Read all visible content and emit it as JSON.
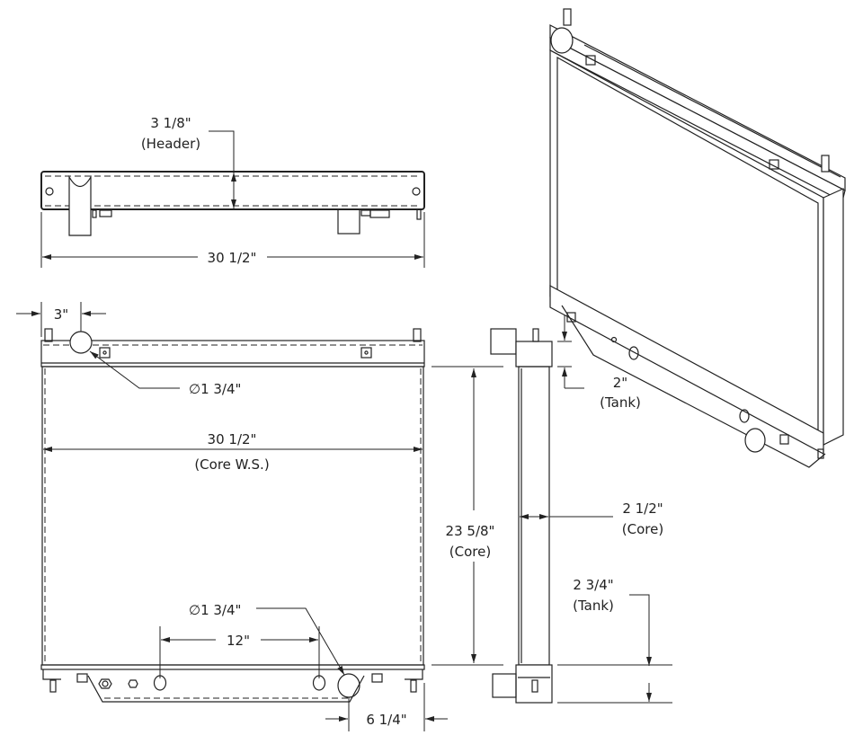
{
  "drawing": {
    "top_view": {
      "header_height": "3 1/8\"",
      "header_label": "(Header)",
      "overall_width": "30 1/2\""
    },
    "front_view": {
      "inlet_offset": "3\"",
      "inlet_diameter": "∅1 3/4\"",
      "core_width": "30 1/2\"",
      "core_width_label": "(Core W.S.)",
      "core_height": "23 5/8\"",
      "core_height_label": "(Core)",
      "outlet_diameter": "∅1 3/4\"",
      "port_spacing": "12\"",
      "outlet_offset": "6 1/4\""
    },
    "side_view": {
      "top_tank": "2\"",
      "top_tank_label": "(Tank)",
      "core_depth": "2 1/2\"",
      "core_depth_label": "(Core)",
      "bottom_tank": "2 3/4\"",
      "bottom_tank_label": "(Tank)"
    }
  }
}
